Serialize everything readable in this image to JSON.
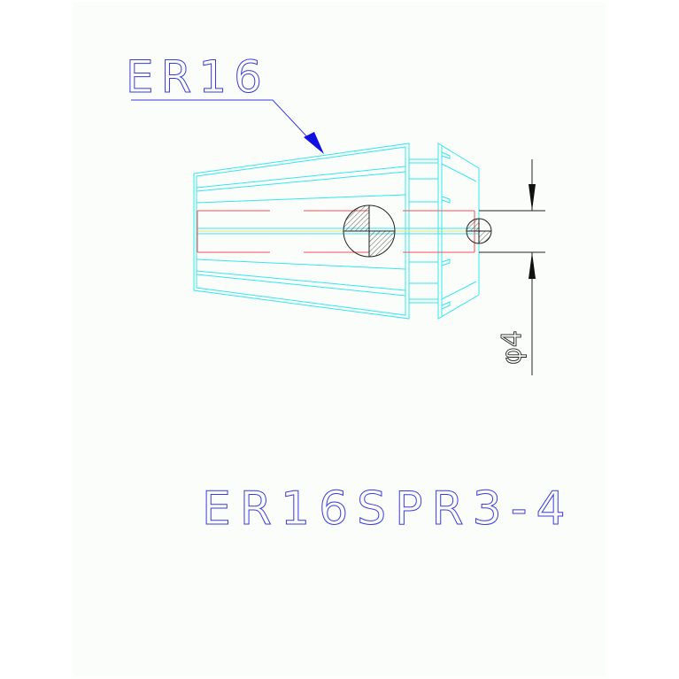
{
  "drawing": {
    "collet_label": "ER16",
    "part_number": "ER16SPR3-4",
    "diameter_dimension": "φ4",
    "colors": {
      "outline": "#33e6f0",
      "centerline": "#f05050",
      "text": "#3a3ae0",
      "dimension": "#222222"
    }
  }
}
